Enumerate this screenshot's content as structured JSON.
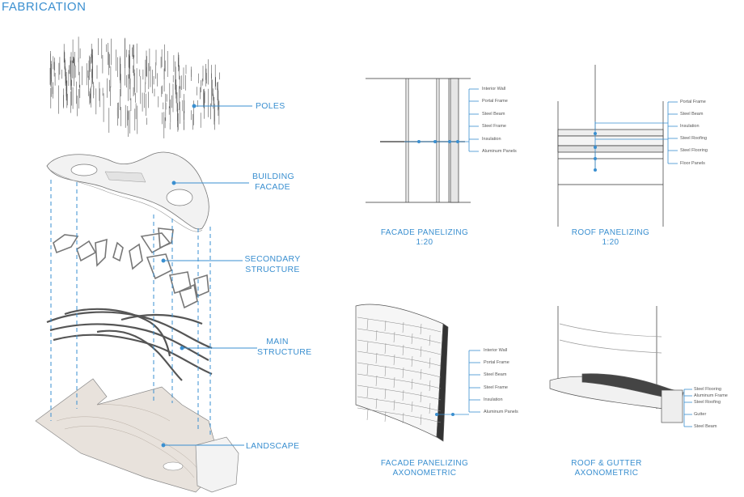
{
  "title": "FABRICATION",
  "exploded": {
    "labels": {
      "poles": "POLES",
      "facade_l1": "BUILDING",
      "facade_l2": "FACADE",
      "secondary_l1": "SECONDARY",
      "secondary_l2": "STRUCTURE",
      "main_l1": "MAIN",
      "main_l2": "STRUCTURE",
      "landscape": "LANDSCAPE"
    }
  },
  "details": {
    "facade_panelizing": {
      "caption_l1": "FACADE PANELIZING",
      "caption_l2": "1:20",
      "items": [
        "Interior Wall",
        "Portal Frame",
        "Steel Beam",
        "Steel Frame",
        "Insulation",
        "Aluminum Panels"
      ]
    },
    "roof_panelizing": {
      "caption_l1": "ROOF PANELIZING",
      "caption_l2": "1:20",
      "items": [
        "Portal Frame",
        "Steel Beam",
        "Insulation",
        "Steel Roofing",
        "Steel Flooring",
        "Floor Panels"
      ]
    },
    "facade_axonometric": {
      "caption_l1": "FACADE PANELIZING",
      "caption_l2": "AXONOMETRIC",
      "items": [
        "Interior Wall",
        "Portal Frame",
        "Steel Beam",
        "Steel Frame",
        "Insulation",
        "Aluminum Panels"
      ]
    },
    "roof_gutter_axonometric": {
      "caption_l1": "ROOF & GUTTER",
      "caption_l2": "AXONOMETRIC",
      "items": [
        "Steel Flooring",
        "Aluminum Frame",
        "Steel Roofing",
        "Gutter",
        "Steel Beam"
      ]
    }
  },
  "colors": {
    "accent": "#3a8fd0",
    "line": "#333333"
  }
}
